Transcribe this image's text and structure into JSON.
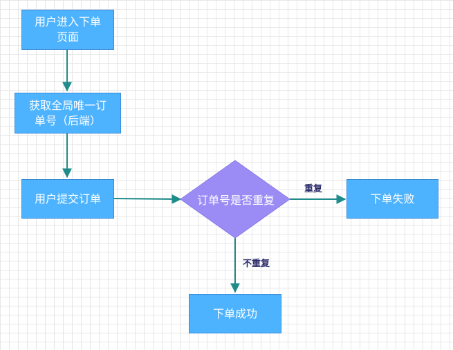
{
  "colors": {
    "box_fill": "#4db3ff",
    "decision_fill": "#9b8cf5",
    "connector": "#1f8c8c",
    "label_text": "#2b2b6b"
  },
  "nodes": {
    "enter_order_page": "用户进入下单\n页面",
    "get_order_id": "获取全局唯一订\n单号（后端）",
    "submit_order": "用户提交订单",
    "is_duplicate": "订单号是否重复",
    "order_fail": "下单失败",
    "order_success": "下单成功"
  },
  "edges": {
    "duplicate": "重复",
    "not_duplicate": "不重复"
  }
}
